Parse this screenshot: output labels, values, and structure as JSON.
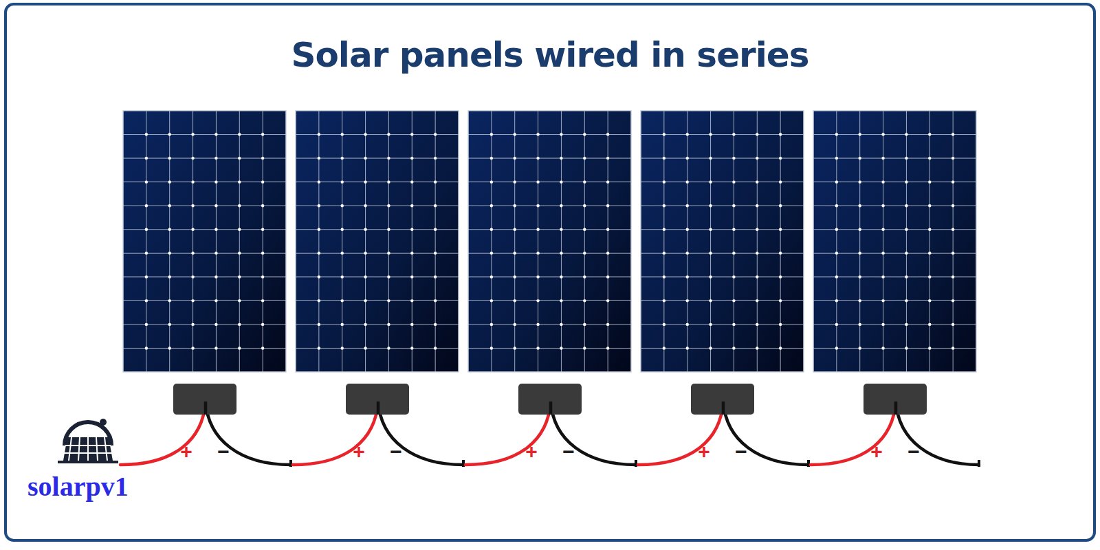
{
  "diagram": {
    "title": "Solar panels wired in series",
    "labels": [
      "+",
      "−",
      "+",
      "−",
      "+",
      "−",
      "+",
      "−",
      "+",
      "−",
      "solarpv1"
    ]
  }
}
